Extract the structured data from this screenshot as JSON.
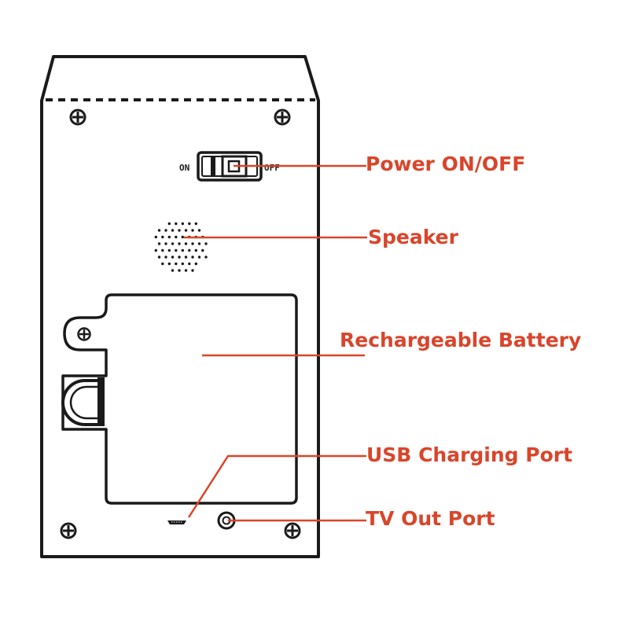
{
  "colors": {
    "outline": "#1a1a1a",
    "callout": "#d9452b",
    "background": "#ffffff"
  },
  "switch": {
    "on_label": "ON",
    "off_label": "OFF"
  },
  "callouts": {
    "power": "Power ON/OFF",
    "speaker": "Speaker",
    "battery": "Rechargeable Battery",
    "usb": "USB Charging Port",
    "tv_out": "TV Out Port"
  }
}
